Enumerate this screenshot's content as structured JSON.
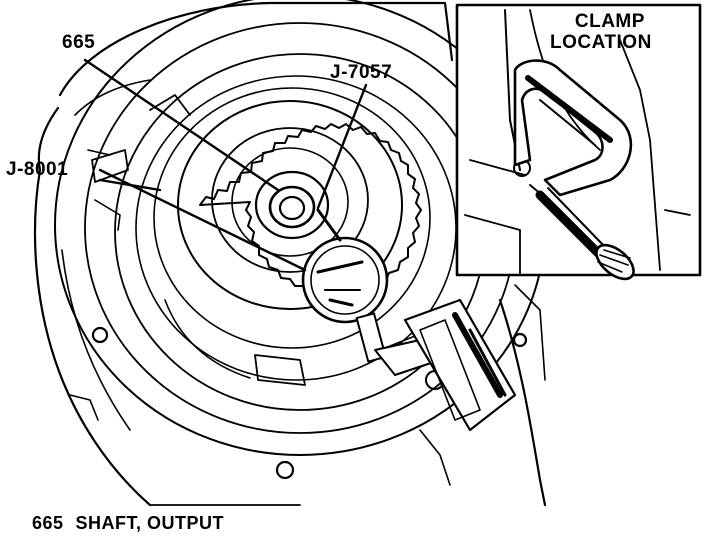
{
  "labels": {
    "part_665": "665",
    "tool_j7057": "J-7057",
    "tool_j8001": "J-8001",
    "clamp_line1": "CLAMP",
    "clamp_line2": "LOCATION"
  },
  "caption": {
    "number": "665",
    "text": "SHAFT, OUTPUT"
  },
  "colors": {
    "ink": "#000000",
    "paper": "#ffffff"
  }
}
